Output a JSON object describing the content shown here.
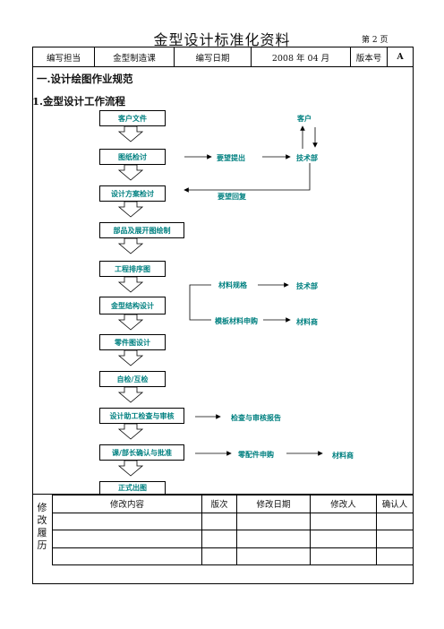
{
  "doc": {
    "title": "金型设计标准化资料",
    "page_label": "第 2 页"
  },
  "header": {
    "author_label": "编写担当",
    "author_value": "金型制造课",
    "date_label": "编写日期",
    "date_value": "2008 年 04 月",
    "version_label": "版本号",
    "version_value": "A"
  },
  "section": {
    "heading": "一.设计绘图作业规范",
    "subheading": "1.金型设计工作流程"
  },
  "flow": {
    "steps": [
      "客户文件",
      "图纸检讨",
      "设计方案检讨",
      "部品及展开图绘制",
      "工程排序图",
      "金型结构设计",
      "零件图设计",
      "自检/互检",
      "设计助工检查与审核",
      "课/部长确认与批准",
      "正式出图"
    ],
    "labels": {
      "customer": "客户",
      "request": "要望提出",
      "tech1": "技术部",
      "reply": "要望回复",
      "material_spec": "材料规格",
      "tech2": "技术部",
      "plate_purchase": "模板材料申购",
      "supplier1": "材料商",
      "report": "检查与审核报告",
      "parts_purchase": "零配件申购",
      "supplier2": "材料商"
    }
  },
  "revision": {
    "side_label": [
      "修",
      "改",
      "履",
      "历"
    ],
    "headers": [
      "修改内容",
      "版次",
      "修改日期",
      "修改人",
      "确认人"
    ],
    "rows": [
      [
        "",
        "",
        "",
        "",
        ""
      ],
      [
        "",
        "",
        "",
        "",
        ""
      ],
      [
        "",
        "",
        "",
        "",
        ""
      ]
    ]
  }
}
